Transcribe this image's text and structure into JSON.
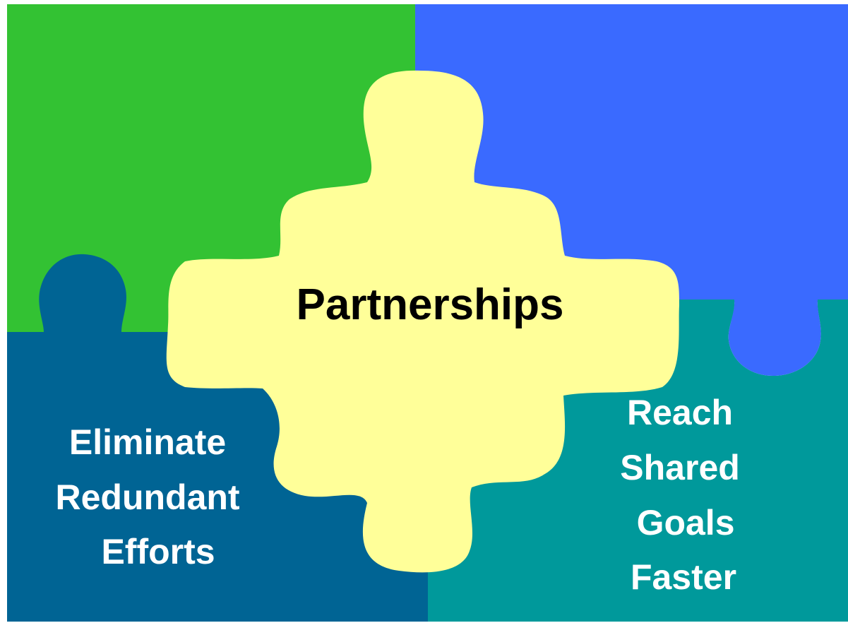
{
  "colors": {
    "green_piece": "#33c233",
    "blue_piece": "#3a6aff",
    "navy_piece": "#006494",
    "teal_piece": "#00999b",
    "center_piece": "#ffff99",
    "center_text": "#000000",
    "side_text": "#ffffff"
  },
  "center": {
    "title": "Partnerships"
  },
  "left": {
    "lines": [
      "Eliminate",
      "Redundant",
      "Efforts"
    ]
  },
  "right": {
    "lines": [
      "Reach",
      "Shared",
      "Goals",
      "Faster"
    ]
  }
}
